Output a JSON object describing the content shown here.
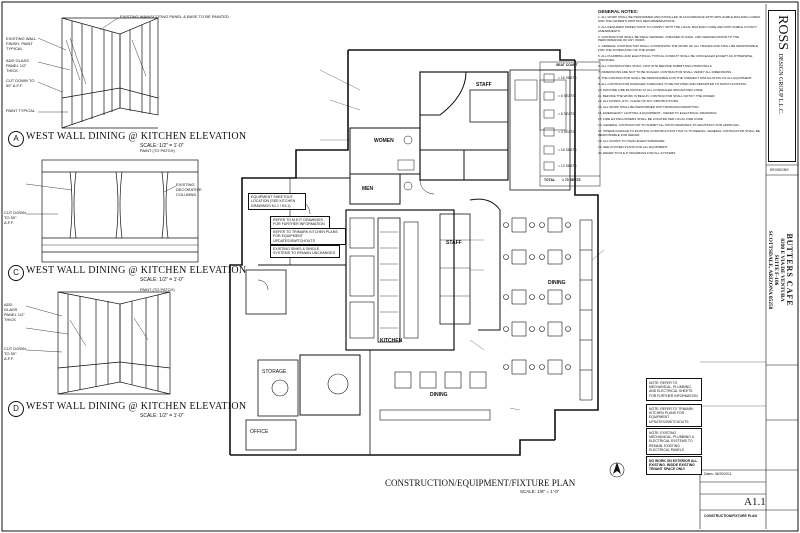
{
  "elevations": [
    {
      "letter": "A",
      "title": "WEST WALL DINING @ KITCHEN ELEVATION",
      "scale": "SCALE: 1/2\" = 1'-0\""
    },
    {
      "letter": "C",
      "title": "WEST WALL DINING @ KITCHEN ELEVATION",
      "scale": "SCALE: 1/2\" = 1'-0\""
    },
    {
      "letter": "D",
      "title": "WEST WALL DINING @ KITCHEN ELEVATION",
      "scale": "SCALE: 1/2\" = 1'-0\""
    }
  ],
  "elev_labels": {
    "a1": "EXISTING WALL FINISH, PAINT TYPICAL",
    "a2": "ADD GLASS PANEL 1/2\" THICK",
    "a3": "CUT DOWN TO 50\" A.F.F.",
    "a4": "PAINT TYPICAL",
    "a5": "EXISTING WAINSCOTING PANEL & BASE TO BE PAINTED",
    "c1": "PAINT (TO PATCH)",
    "c2": "EXISTING DECORATIVE COLUMNS",
    "c3": "CUT DOWN TO 50\" A.F.F.",
    "d1": "PAINT (TO PATCH)",
    "d2": "ADD GLASS PANEL 1/2\" THICK",
    "d3": "CUT DOWN TO 50\" A.F.F."
  },
  "rooms": {
    "women": "WOMEN",
    "men": "MEN",
    "staff": "STAFF",
    "kitchen": "KITCHEN",
    "staff2": "STAFF",
    "dining": "DINING",
    "dining2": "DINING",
    "office": "OFFICE",
    "storage": "STORAGE"
  },
  "plan_callouts": [
    "EQUIPMENT SHEETOUT LOCATION (SEE KITCHEN DRAWINGS K1.1 / K3.1)",
    "REFER TO M.E.P. DRAWINGS FOR FURTHER INFORMATION",
    "REFER TO TRIMARK KITCHEN PLANS FOR EQUIPMENT UPDATES/SWITCHOUTS",
    "EXISTING SINKS & SINGLE SYSTEMS TO REMAIN UNCHANGED"
  ],
  "seat_count": {
    "title": "SEAT COUNT",
    "rows": [
      "= 16 SEATS",
      "= 6 SEATS",
      "= 8 SEATS",
      "= 4 SEATS",
      "= 16 SEATS",
      "= 10 SEATS"
    ],
    "total_label": "TOTAL",
    "total_value": "= 70 SEATS"
  },
  "general_notes": {
    "title": "GENERAL NOTES:",
    "items": [
      "1. ALL WORK SHALL BE PERFORMED AND INSTALLED IN ACCORDANCE WITH APPLICABLE BUILDING CODES AND THE OWNER'S WRITTEN RECOMMENDATIONS.",
      "2. ALL REQUIRED INSPECTIONS TO COMPLY WITH THE LOCAL BUILDING CODE AND APPLICABLE COUNTY AMENDMENTS.",
      "3. CONTRACTOR SHALL BE FIELD VERIFIED, CHECKED IN SAFE, AND VERIFIED PRIOR TO THE PERFORMANCE OF ANY WORK.",
      "4. GENERAL CONTRACTOR SHALL COORDINATE THE WORK OF ALL TRADES AND SHALL BE RESPONSIBLE FOR THE SCHEDULING OF THE WORK.",
      "5. ALL PLUMBING AND ELECTRICAL TYPICAL CONDUIT SHALL BE CONCEALED EXCEPT AS OTHERWISE SPECIFIED.",
      "6. ALL CONTRACTORS SHALL VISIT SITE BEFORE SUBMITTING PROPOSALS.",
      "7. DIMENSIONS ARE NOT TO BE SCALED. CONTRACTOR SHALL VERIFY ALL DIMENSIONS.",
      "8. THE CONTRACTOR SHALL BE RESPONSIBLE FOR THE CORRECT INSTALLATION OF ALL EQUIPMENT.",
      "9. ALL CONTRACTOR DAMAGED SURFACES TO BE PATCHED AND REPAINTED TO MATCH EXISTING.",
      "10. PROVIDE FIRE BLOCKING AT ALL CONCEALED SPACES PER CODE.",
      "11. BEFORE THE WORK IS BEGUN, CONTRACTOR SHALL NOTIFY THE OWNER.",
      "12. ALL DOORS, ETC. CLEAR OF ANY OBSTRUCTIONS.",
      "13. ALL WORK SHALL BE PERFORMED WITH MINIMUM DISRUPTION.",
      "14. EMERGENCY LIGHTING & EQUIPMENT - REFER TO ELECTRICAL DRAWINGS.",
      "15. FIRE EXTINGUISHERS SHALL BE LOCATED PER LOCAL FIRE CODE.",
      "16. GENERAL CONTRACTOR TO SUBMIT ALL SHOP DRAWINGS TO ARCHITECT FOR APPROVAL.",
      "17. WHERE DAMAGE TO EXISTING CONSTRUCTION THAT IS TO REMAIN, GENERAL CONTRACTOR SHALL BE RESPONSIBLE FOR REPAIR.",
      "18. ALL DOORS TO HAVE LEVER HARDWARE.",
      "19. SEE KITCHEN PLANS FOR ALL EQUIPMENT.",
      "20. REFER TO M.E.P. DRAWINGS FOR ALL SYSTEMS."
    ]
  },
  "side_notes": {
    "note1": "NOTE: REFER TO MECHANICAL, PLUMBING, AND ELECTRICAL SHEETS FOR FURTHER INFORMATION",
    "note2": "NOTE: REFER TO TRIMARK KITCHEN PLANS FOR EQUIPMENT UPDATES/SWITCHOUTS",
    "note3": "NOTE: EXISTING MECHANICAL, PLUMBING & ELECTRICAL SYSTEMS TO REMAIN. EXISTING ELECTRICAL PANELS",
    "note4": "NO WORK ON EXTERIOR ALL EXISTING. INSIDE EXISTING TENANT SPACE ONLY"
  },
  "firm": {
    "name": "ROSS",
    "sub": "DESIGN GROUP L.L.C.",
    "revisions_label": "REVISIONS"
  },
  "project": {
    "name": "BUTTERS CAFE",
    "address1": "8390 E VIA DE VENTURA",
    "address2": "SUITE F-106",
    "address3": "SCOTTSDALE, ARIZONA 85258"
  },
  "title_block": {
    "date": "Dates: 06/20/2011",
    "sheet": "A1.1",
    "sheet_title": "CONSTRUCTION/FIXTURE PLAN"
  },
  "plan_title": "CONSTRUCTION/EQUIPMENT/FIXTURE PLAN",
  "plan_scale": "SCALE: 1/8\" = 1'-0\""
}
